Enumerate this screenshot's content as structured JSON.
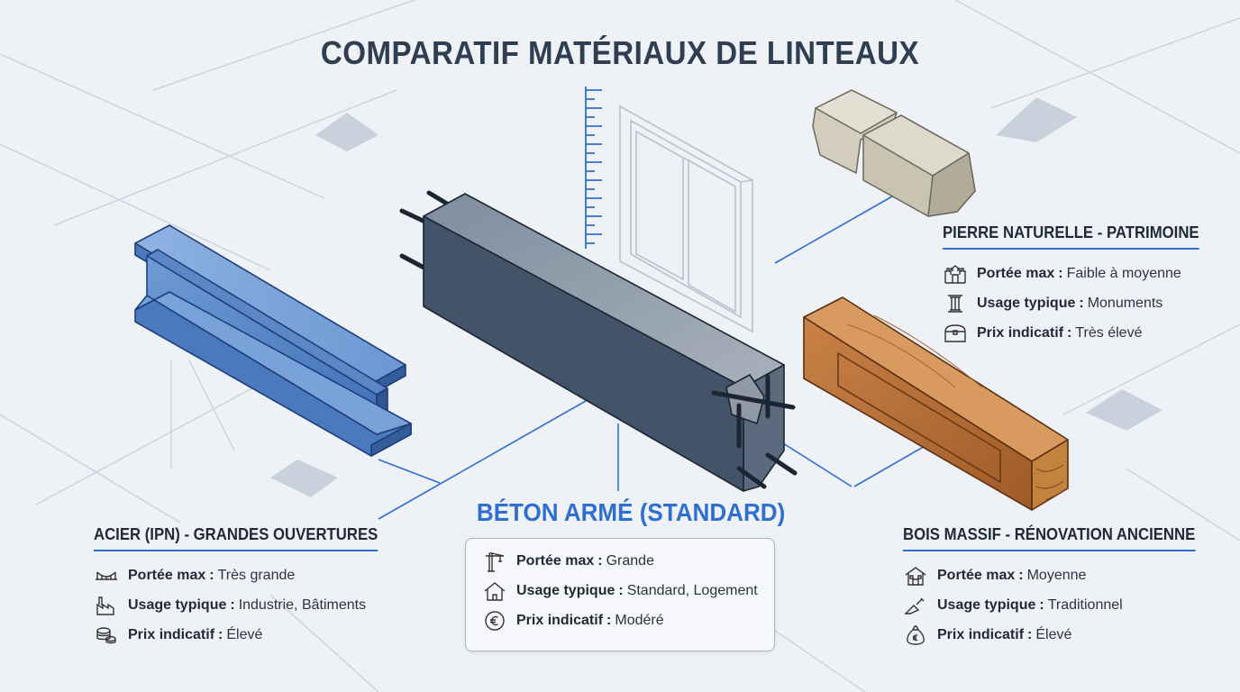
{
  "title": "COMPARATIF MATÉRIAUX DE LINTEAUX",
  "materials": {
    "acier": {
      "heading": "ACIER (IPN) - GRANDES OUVERTURES",
      "rows": [
        {
          "label": "Portée max",
          "value": "Très grande",
          "icon": "bridge-icon"
        },
        {
          "label": "Usage typique",
          "value": "Industrie, Bâtiments",
          "icon": "factory-icon"
        },
        {
          "label": "Prix indicatif",
          "value": "Élevé",
          "icon": "coins-icon"
        }
      ]
    },
    "beton": {
      "heading": "BÉTON ARMÉ (STANDARD)",
      "rows": [
        {
          "label": "Portée max",
          "value": "Grande",
          "icon": "crane-icon"
        },
        {
          "label": "Usage typique",
          "value": "Standard, Logement",
          "icon": "house-icon"
        },
        {
          "label": "Prix indicatif",
          "value": "Modéré",
          "icon": "euro-coin-icon"
        }
      ]
    },
    "pierre": {
      "heading": "PIERRE NATURELLE - PATRIMOINE",
      "rows": [
        {
          "label": "Portée max",
          "value": "Faible à moyenne",
          "icon": "castle-icon"
        },
        {
          "label": "Usage typique",
          "value": "Monuments",
          "icon": "column-icon"
        },
        {
          "label": "Prix indicatif",
          "value": "Très élevé",
          "icon": "treasure-chest-icon"
        }
      ]
    },
    "bois": {
      "heading": "BOIS MASSIF - RÉNOVATION ANCIENNE",
      "rows": [
        {
          "label": "Portée max",
          "value": "Moyenne",
          "icon": "old-house-icon"
        },
        {
          "label": "Usage typique",
          "value": "Traditionnel",
          "icon": "trowel-icon"
        },
        {
          "label": "Prix indicatif",
          "value": "Élevé",
          "icon": "money-bag-icon"
        }
      ]
    }
  },
  "colors": {
    "accent": "#2f6fcf",
    "steel": "#5b8fd0",
    "concrete": "#4a5a6e",
    "wood": "#b8703a",
    "stone": "#d2cdbd",
    "background": "#eef1f6"
  }
}
